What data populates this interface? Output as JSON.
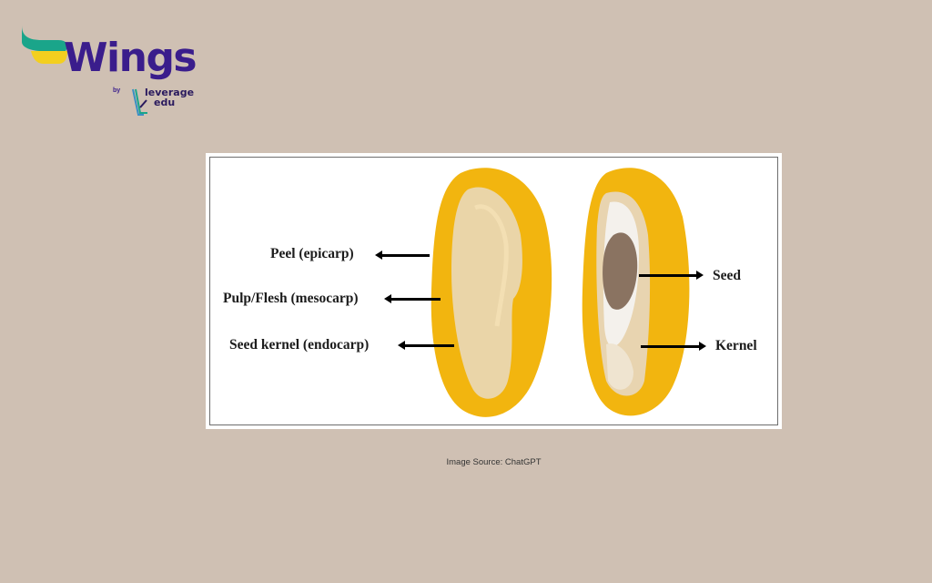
{
  "brand": {
    "name": "Wings",
    "by": "by",
    "partner_line1": "leverage",
    "partner_line2": "edu",
    "colors": {
      "primary": "#3a1d8c",
      "teal": "#1aa58a",
      "yellow": "#f3cf1f"
    }
  },
  "figure": {
    "left_labels": [
      {
        "text": "Peel (epicarp)"
      },
      {
        "text": "Pulp/Flesh (mesocarp)"
      },
      {
        "text": "Seed kernel (endocarp)"
      }
    ],
    "right_labels": [
      {
        "text": "Seed"
      },
      {
        "text": "Kernel"
      }
    ],
    "colors": {
      "peel": "#f2b50f",
      "flesh": "#ead5a8",
      "seed": "#8a7361",
      "kernel": "#efe4d0"
    }
  },
  "caption": "Image Source: ChatGPT"
}
